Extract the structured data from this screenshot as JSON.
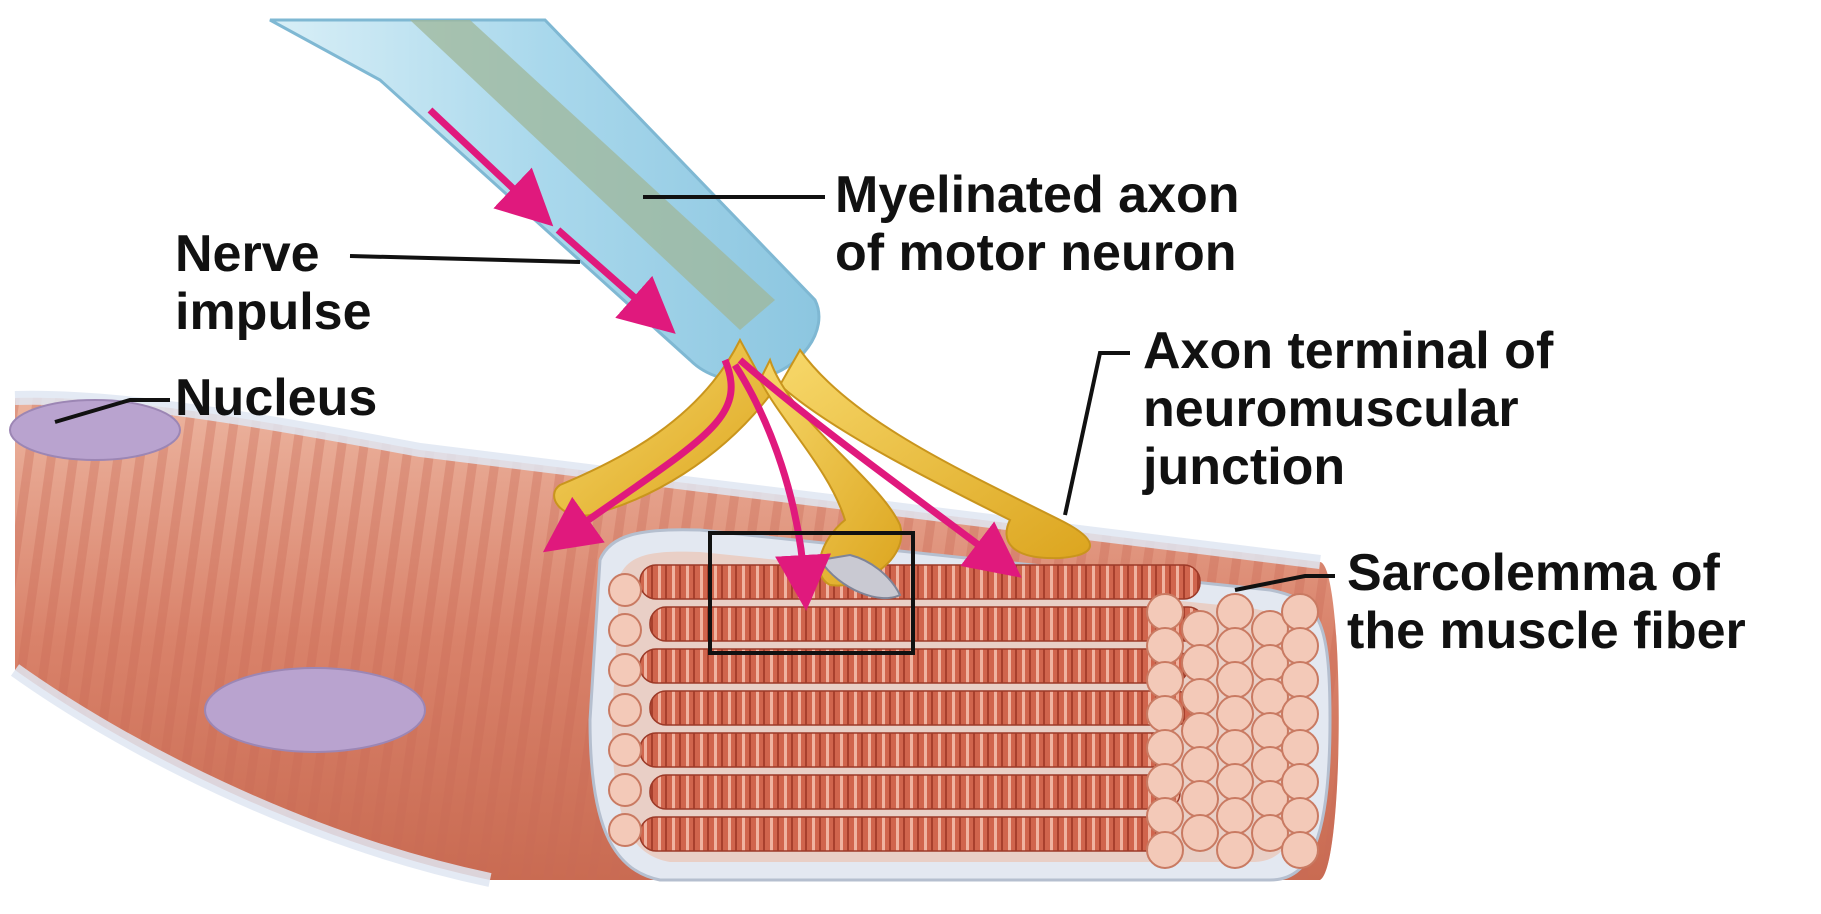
{
  "labels": {
    "myelinated_axon": {
      "line1": "Myelinated axon",
      "line2": "of motor neuron"
    },
    "nerve_impulse": {
      "line1": "Nerve",
      "line2": "impulse"
    },
    "nucleus": {
      "line1": "Nucleus"
    },
    "axon_terminal": {
      "line1": "Axon terminal of",
      "line2": "neuromuscular",
      "line3": "junction"
    },
    "sarcolemma": {
      "line1": "Sarcolemma of",
      "line2": "the muscle fiber"
    }
  },
  "colors": {
    "muscle": "#d9826a",
    "muscle_dark": "#b8543f",
    "myofibril": "#c95a44",
    "sarcolemma": "#dfe6f2",
    "myelin": "#a9d8ec",
    "axon_core": "#9fb79a",
    "terminal": "#f0c23a",
    "impulse_arrow": "#e0197d",
    "nucleus": "#b9a3cf",
    "leader": "#111111"
  }
}
